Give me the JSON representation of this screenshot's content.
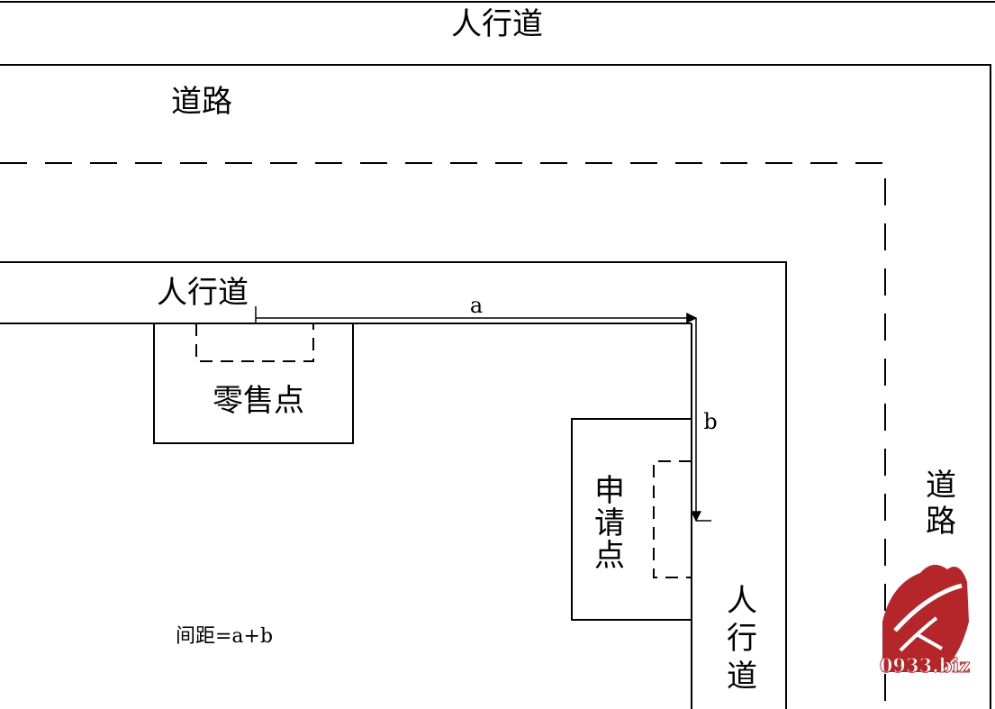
{
  "labels": {
    "sidewalk_top": "人行道",
    "road_top": "道路",
    "sidewalk_inner": "人行道",
    "retail_point": "零售点",
    "applicant_point": "申请点",
    "sidewalk_right": "人行道",
    "road_right": "道路",
    "dim_a": "a",
    "dim_b": "b",
    "distance_formula": "间距=a+b",
    "watermark": "0933.biz"
  },
  "colors": {
    "lines": "#000000",
    "watermark": "#b5262b"
  }
}
